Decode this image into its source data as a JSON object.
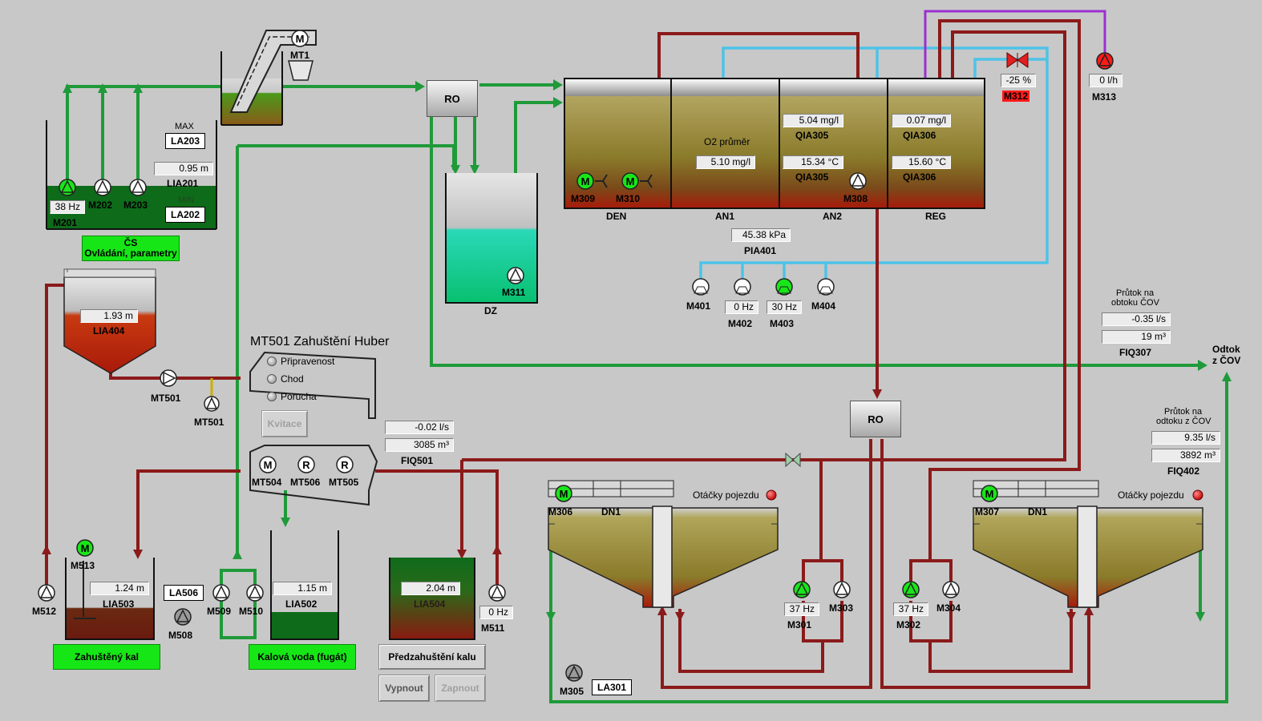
{
  "colors": {
    "green_pipe": "#1f9a3a",
    "red_pipe": "#8b1a1a",
    "blue_pipe": "#4dc3e8",
    "purple_pipe": "#9b30d0",
    "pump_on": "#19e619",
    "pump_alarm": "#ff1a1a",
    "tank_green": "#0e6b1a",
    "tank_sludge": "#7b1a10",
    "tank_teal": "#19d7b0"
  },
  "icons": {
    "pump": "circle-triangle-icon",
    "motor": "circle-m-icon",
    "valve": "bowtie-valve-icon",
    "lamp": "indicator-lamp-icon",
    "mixer": "propeller-icon"
  },
  "cs": {
    "lia201": {
      "value": "0.95 m",
      "tag": "LIA201"
    },
    "la203": {
      "caption": "MAX",
      "tag": "LA203"
    },
    "la202": {
      "caption": "MIN",
      "tag": "LA202"
    },
    "m201": {
      "tag": "M201",
      "freq": "38 Hz"
    },
    "m202": {
      "tag": "M202"
    },
    "m203": {
      "tag": "M203"
    },
    "button_line1": "ČS",
    "button_line2": "Ovládání, parametry"
  },
  "mt1": {
    "tag": "MT1"
  },
  "ro1": {
    "label": "RO"
  },
  "ro2": {
    "label": "RO"
  },
  "dz": {
    "tag": "DZ",
    "pump": "M311"
  },
  "bio": {
    "den": {
      "label": "DEN",
      "m309": "M309",
      "m310": "M310"
    },
    "an1": {
      "label": "AN1",
      "o2_caption": "O2 průměr",
      "o2_value": "5.10 mg/l"
    },
    "an2": {
      "label": "AN2",
      "o2_value": "5.04 mg/l",
      "o2_tag": "QIA305",
      "temp_value": "15.34 °C",
      "temp_tag": "QIA305",
      "m308": "M308"
    },
    "reg": {
      "label": "REG",
      "o2_value": "0.07 mg/l",
      "o2_tag": "QIA306",
      "temp_value": "15.60 °C",
      "temp_tag": "QIA306"
    }
  },
  "m312": {
    "value": "-25 %",
    "tag": "M312"
  },
  "m313": {
    "value": "0 l/h",
    "tag": "M313"
  },
  "blowers": {
    "pia401": {
      "value": "45.38 kPa",
      "tag": "PIA401"
    },
    "m401": {
      "tag": "M401"
    },
    "m402": {
      "tag": "M402",
      "freq": "0 Hz"
    },
    "m403": {
      "tag": "M403",
      "freq": "30 Hz"
    },
    "m404": {
      "tag": "M404"
    }
  },
  "fiq307": {
    "caption_line1": "Průtok na",
    "caption_line2": "obtoku ČOV",
    "flow": "-0.35 l/s",
    "volume": "19 m³",
    "tag": "FIQ307"
  },
  "outflow": {
    "line1": "Odtok",
    "line2": "z ČOV"
  },
  "fiq402": {
    "caption_line1": "Průtok na",
    "caption_line2": "odtoku z ČOV",
    "flow": "9.35 l/s",
    "volume": "3892 m³",
    "tag": "FIQ402"
  },
  "lia404": {
    "value": "1.93 m",
    "tag": "LIA404"
  },
  "mt501": {
    "title": "MT501 Zahuštění Huber",
    "status": [
      "Připravenost",
      "Chod",
      "Porucha"
    ],
    "ack_button": "Kvitace",
    "pump1": "MT501",
    "pump2": "MT501"
  },
  "fiq501": {
    "flow": "-0.02 l/s",
    "volume": "3085 m³",
    "tag": "FIQ501"
  },
  "huber": {
    "m504": "MT504",
    "m506": "MT506",
    "m505": "MT505"
  },
  "lia503": {
    "value": "1.24 m",
    "tag": "LIA503",
    "mixer": "M513"
  },
  "la506": {
    "tag": "LA506"
  },
  "m508": {
    "tag": "M508"
  },
  "m512": {
    "tag": "M512"
  },
  "m509": {
    "tag": "M509"
  },
  "m510": {
    "tag": "M510"
  },
  "lia502": {
    "value": "1.15 m",
    "tag": "LIA502"
  },
  "lia504": {
    "value": "2.04 m",
    "tag": "LIA504"
  },
  "m511": {
    "tag": "M511",
    "freq": "0 Hz"
  },
  "buttons": {
    "thick_sludge": "Zahuštěný kal",
    "sludge_water": "Kalová voda (fugát)",
    "prethick": "Předzahuštění kalu",
    "off": "Vypnout",
    "on": "Zapnout"
  },
  "dn1a": {
    "motor": "M306",
    "label": "DN1",
    "speed_caption": "Otáčky pojezdu"
  },
  "dn1b": {
    "motor": "M307",
    "label": "DN1",
    "speed_caption": "Otáčky pojezdu"
  },
  "m301": {
    "tag": "M301",
    "freq": "37 Hz"
  },
  "m302": {
    "tag": "M302",
    "freq": "37 Hz"
  },
  "m303": {
    "tag": "M303"
  },
  "m304": {
    "tag": "M304"
  },
  "m305": {
    "tag": "M305"
  },
  "la301": {
    "tag": "LA301"
  }
}
